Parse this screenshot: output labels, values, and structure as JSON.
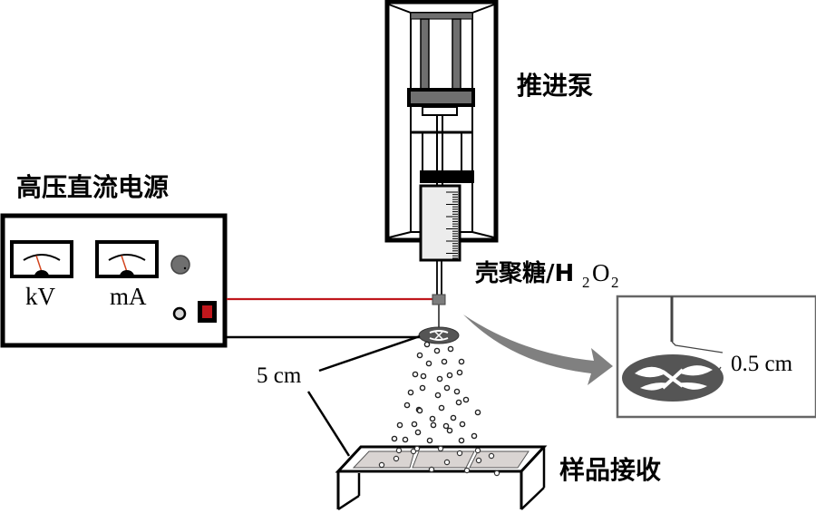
{
  "diagram": {
    "title": "Electrospray setup schematic",
    "labels": {
      "power_supply": "高压直流电源",
      "pump": "推进泵",
      "solution_main": "壳聚糖/H",
      "solution_sub1": "2",
      "solution_o": "O",
      "solution_sub2": "2",
      "collector": "样品接收",
      "distance": "5 cm",
      "nozzle_size": "0.5 cm"
    },
    "meters": [
      {
        "unit": "kV"
      },
      {
        "unit": "mA"
      }
    ],
    "colors": {
      "line": "#000000",
      "positive_wire": "#c0171c",
      "switch": "#c0171c",
      "metal_gray": "#707070",
      "arrow_gray": "#808080",
      "slide_fill": "#d9d4d2",
      "syringe_fill": "#ececec"
    }
  }
}
